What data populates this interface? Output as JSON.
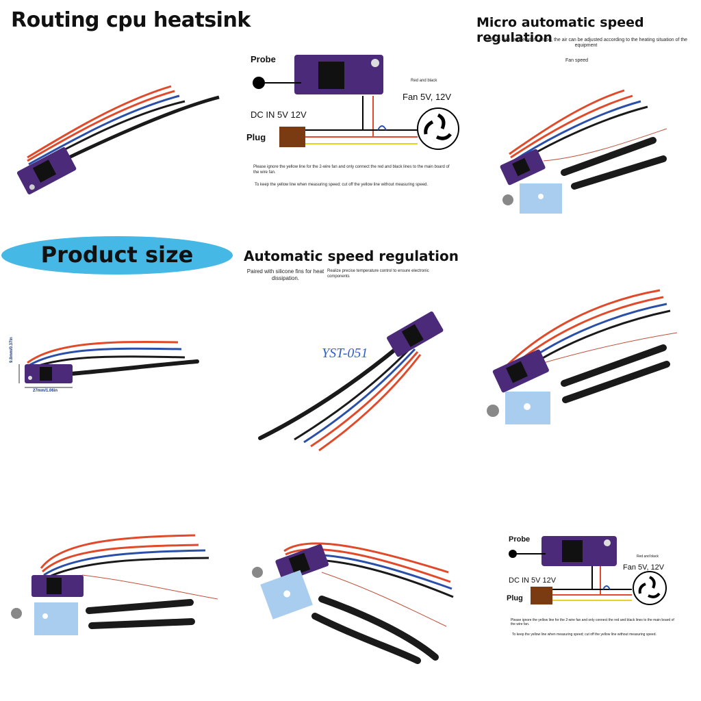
{
  "panel1": {
    "title": "Routing cpu heatsink"
  },
  "panel2": {
    "probe_label": "Probe",
    "dc_label": "DC IN 5V 12V",
    "plug_label": "Plug",
    "fan_label": "Fan 5V, 12V",
    "red_black_label": "Red and black",
    "note1": "Please ignore the yellow line for the 2-wire fan and only connect the red and black lines to the main board of the wire fan.",
    "note2": "To keep the yellow line when measuring speed; cut off the yellow line without measuring speed."
  },
  "panel3": {
    "title": "Micro automatic speed regulation",
    "subtitle": "With its own temperature probe, the air can be adjusted according to the heating situation of the equipment",
    "fan_speed": "Fan speed"
  },
  "panel4": {
    "title": "Product size",
    "height_dim": "9.8mm/0.37in",
    "width_dim": "27mm/1.06in"
  },
  "panel5": {
    "title": "Automatic speed regulation",
    "left_caption": "Paired with silicone fins for heat dissipation.",
    "right_caption": "Realize precise temperature control to ensure electronic components",
    "watermark": "YST-051"
  },
  "panel9": {
    "probe_label": "Probe",
    "dc_label": "DC IN 5V 12V",
    "plug_label": "Plug",
    "fan_label": "Fan 5V, 12V",
    "red_black_label": "Red and black",
    "note1": "Please ignore the yellow line for the 2-wire fan and only connect the red and black lines to the main board of the wire fan.",
    "note2": "To keep the yellow line when measuring speed; cut off the yellow line without measuring speed."
  },
  "colors": {
    "pcb": "#4b2a7a",
    "red_wire": "#e04a2a",
    "blue_wire": "#2a4fa8",
    "black_wire": "#1a1a1a",
    "pad": "#a9cdee",
    "pill": "#45b8e6",
    "plug": "#7a3b12"
  }
}
